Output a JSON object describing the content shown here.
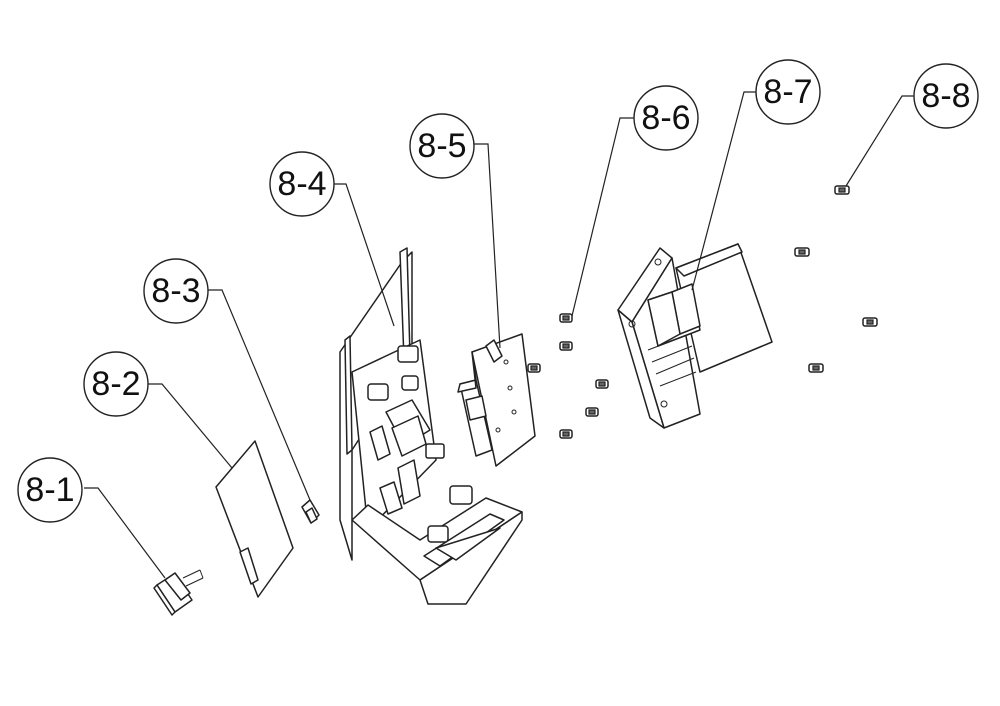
{
  "callouts": [
    {
      "id": "8-1",
      "label": "8-1"
    },
    {
      "id": "8-2",
      "label": "8-2"
    },
    {
      "id": "8-3",
      "label": "8-3"
    },
    {
      "id": "8-4",
      "label": "8-4"
    },
    {
      "id": "8-5",
      "label": "8-5"
    },
    {
      "id": "8-6",
      "label": "8-6"
    },
    {
      "id": "8-7",
      "label": "8-7"
    },
    {
      "id": "8-8",
      "label": "8-8"
    }
  ]
}
